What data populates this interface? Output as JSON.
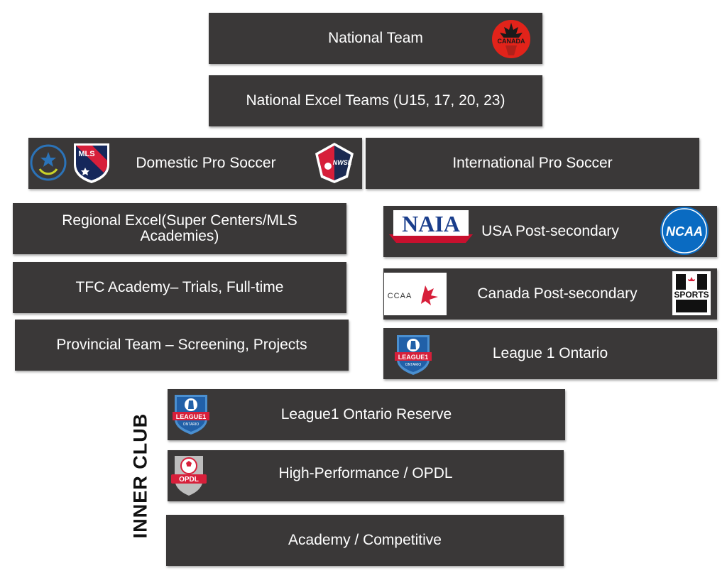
{
  "diagram": {
    "boxes": {
      "national_team": "National Team",
      "national_excel": "National Excel Teams (U15, 17, 20, 23)",
      "domestic_pro": "Domestic Pro Soccer",
      "international_pro": "International Pro Soccer",
      "regional_excel": "Regional Excel(Super Centers/MLS Academies)",
      "tfc_academy": "TFC Academy– Trials, Full-time",
      "provincial_team": "Provincial Team – Screening, Projects",
      "usa_postsecondary": "USA Post-secondary",
      "canada_postsecondary": "Canada Post-secondary",
      "league1_ontario": "League 1 Ontario",
      "league1_reserve": "League1 Ontario Reserve",
      "high_performance": "High-Performance / OPDL",
      "academy_competitive": "Academy / Competitive"
    },
    "side_label": "INNER CLUB",
    "logos": {
      "canada": "CANADA",
      "mls": "MLS",
      "nwsl": "NWSL",
      "naia": "NAIA",
      "ncaa": "NCAA",
      "ccaa": "CCAA",
      "usports_top": "U",
      "usports": "SPORTS",
      "league1": "LEAGUE1",
      "ontario": "ONTARIO",
      "opdl": "OPDL"
    },
    "colors": {
      "box": "#3a3838",
      "text": "#ffffff",
      "canada_red": "#e2231a",
      "mls_blue": "#15275b",
      "mls_red": "#d71f3a",
      "naia_blue": "#1a3e8c",
      "naia_red": "#c8102e",
      "ncaa_blue": "#0a6bc2"
    }
  }
}
